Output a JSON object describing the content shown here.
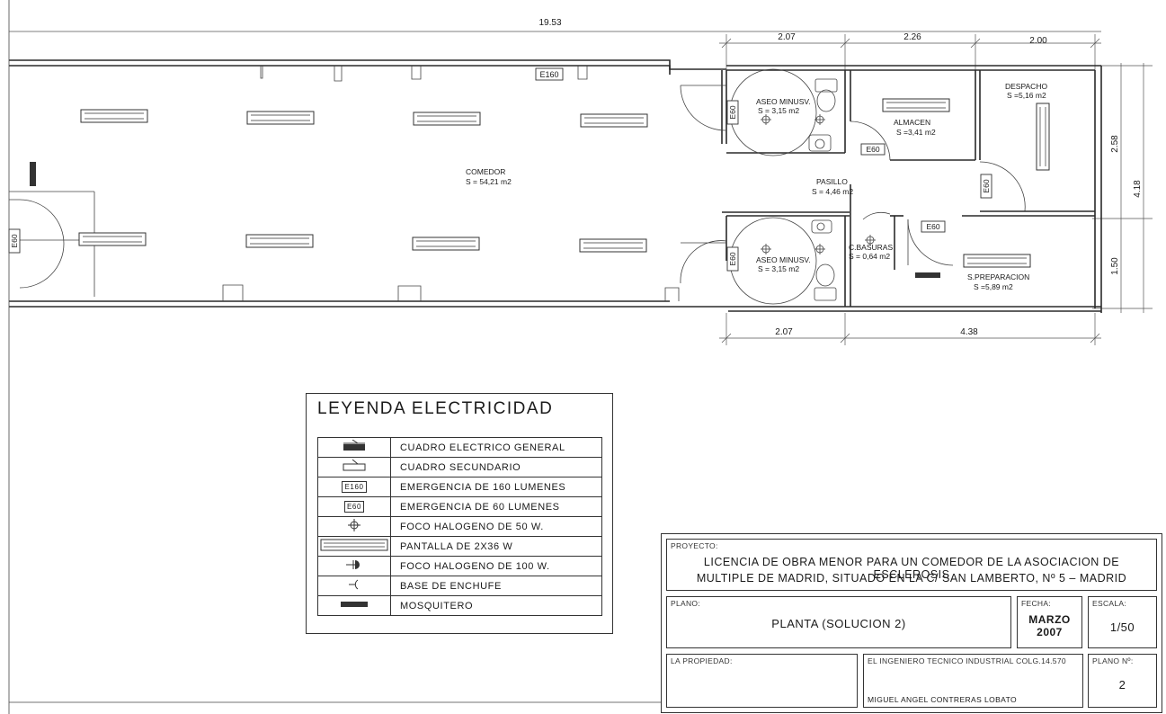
{
  "dimensions": {
    "total_length": "19.53",
    "top_a": "2.07",
    "top_b": "2.26",
    "top_c": "2.00",
    "bottom_a": "2.07",
    "bottom_b": "4.38",
    "right_a": "2.58",
    "right_b": "1.50",
    "right_total": "4.18"
  },
  "rooms": {
    "comedor": {
      "name": "COMEDOR",
      "area": "S = 54,21 m2"
    },
    "aseo_top": {
      "name": "ASEO MINUSV.",
      "area": "S = 3,15 m2"
    },
    "aseo_bottom": {
      "name": "ASEO MINUSV.",
      "area": "S = 3,15 m2"
    },
    "almacen": {
      "name": "ALMACEN",
      "area": "S =3,41 m2"
    },
    "despacho": {
      "name": "DESPACHO",
      "area": "S =5,16 m2"
    },
    "pasillo": {
      "name": "PASILLO",
      "area": "S = 4,46 m2"
    },
    "basuras": {
      "name": "C.BASURAS",
      "area": "S = 0,64 m2"
    },
    "preparacion": {
      "name": "S.PREPARACION",
      "area": "S =5,89 m2"
    }
  },
  "tags": {
    "e160": "E160",
    "e60": "E60"
  },
  "legend": {
    "title": "LEYENDA ELECTRICIDAD",
    "items": [
      {
        "symbol": "cuadro-general-icon",
        "label": "CUADRO ELECTRICO GENERAL"
      },
      {
        "symbol": "cuadro-secundario-icon",
        "label": "CUADRO SECUNDARIO"
      },
      {
        "symbol": "E160",
        "label": "EMERGENCIA DE 160 LUMENES"
      },
      {
        "symbol": "E60",
        "label": "EMERGENCIA DE 60 LUMENES"
      },
      {
        "symbol": "halogeno-50-icon",
        "label": "FOCO HALOGENO DE 50 W."
      },
      {
        "symbol": "pantalla-icon",
        "label": "PANTALLA  DE 2X36 W"
      },
      {
        "symbol": "halogeno-100-icon",
        "label": "FOCO HALOGENO DE 100 W."
      },
      {
        "symbol": "enchufe-icon",
        "label": "BASE DE ENCHUFE"
      },
      {
        "symbol": "mosquitero-icon",
        "label": "MOSQUITERO"
      }
    ]
  },
  "title_block": {
    "proyecto_label": "PROYECTO:",
    "proyecto_line1": "LICENCIA DE OBRA MENOR PARA UN COMEDOR DE LA ASOCIACION DE ESCLEROSIS",
    "proyecto_line2": "MULTIPLE DE MADRID, SITUADO EN LA C/ SAN LAMBERTO, Nº 5 – MADRID",
    "plano_label": "PLANO:",
    "plano_value": "PLANTA (SOLUCION 2)",
    "fecha_label": "FECHA:",
    "fecha_month": "MARZO",
    "fecha_year": "2007",
    "escala_label": "ESCALA:",
    "escala_value": "1/50",
    "propiedad_label": "LA PROPIEDAD:",
    "ingeniero_label": "EL INGENIERO TECNICO INDUSTRIAL COLG.14.570",
    "ingeniero_name": "MIGUEL ANGEL CONTRERAS LOBATO",
    "plano_n_label": "PLANO Nº:",
    "plano_n_value": "2"
  },
  "colors": {
    "line": "#2a2a2a",
    "paper": "#ffffff"
  }
}
